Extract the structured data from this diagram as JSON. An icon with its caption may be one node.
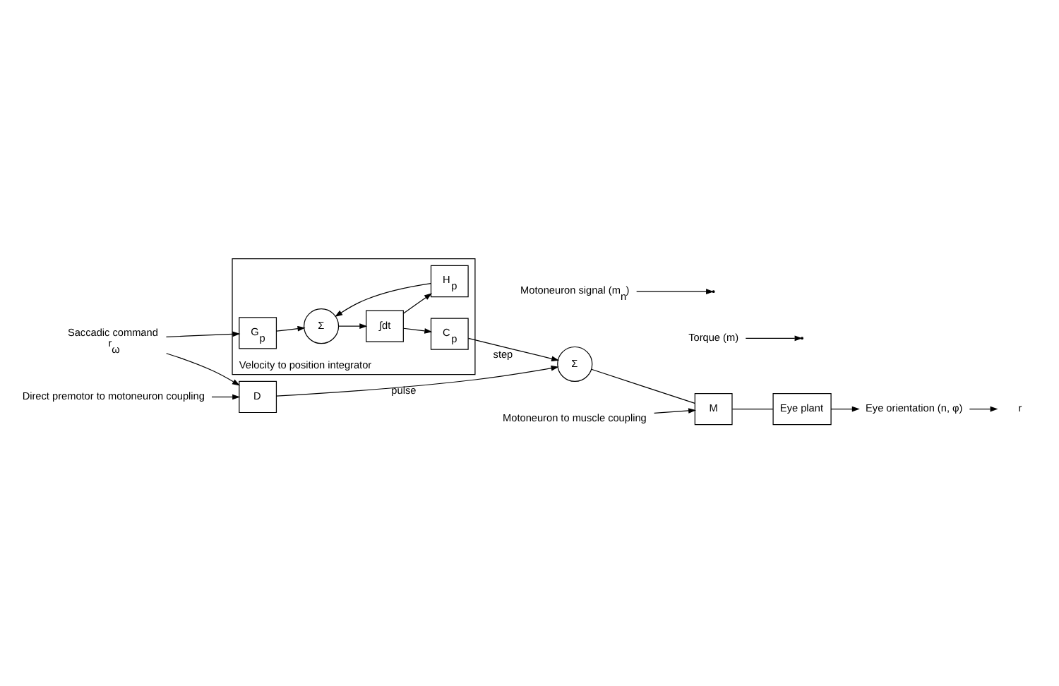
{
  "diagram": {
    "nodes": [
      {
        "text": [
          "Saccadic command",
          "r$_{ω}$"
        ]
      },
      {
        "text": [
          "Direct premotor to motoneuron coupling"
        ]
      },
      {
        "text": [
          "D"
        ]
      },
      {
        "text": [
          "Torque (m)"
        ]
      },
      {
        "text": [
          "Eye orientation (n, φ)"
        ]
      },
      {
        "text": [
          "r"
        ]
      },
      {
        "text": [
          "Motoneuron signal (m$_{n}$)"
        ]
      },
      {
        "text": [
          "Σ"
        ]
      },
      {
        "text": [
          "M"
        ]
      },
      {
        "text": [
          "Eye plant"
        ]
      },
      {
        "text": [
          "Motoneuron to muscle coupling"
        ]
      },
      {
        "text": [
          "Velocity to position integrator"
        ]
      },
      {
        "text": [
          "G$_{p}$"
        ],
        "in": 11
      },
      {
        "text": [
          "Σ"
        ],
        "in": 11
      },
      {
        "text": [
          "∫dt"
        ],
        "in": 11
      },
      {
        "text": [
          "C$_{p}$"
        ],
        "in": 11
      },
      {
        "text": [
          "H$_{p}$"
        ],
        "in": 11
      }
    ],
    "edges": [
      {
        "from": 0,
        "to": 2,
        "arrow": "to"
      },
      {
        "from": 0,
        "to": 12,
        "arrow": "to"
      },
      {
        "from": 1,
        "to": 2,
        "arrow": "to"
      },
      {
        "from": 2,
        "to": 7,
        "arrow": "to",
        "label": "pulse"
      },
      {
        "from": 15,
        "to": 7,
        "arrow": "to",
        "label": "step"
      },
      {
        "from": 7,
        "to": 8,
        "arrow": "none"
      },
      {
        "from": 6,
        "to": null,
        "arrow": "to"
      },
      {
        "from": 8,
        "to": 9,
        "arrow": "none"
      },
      {
        "from": 3,
        "to": null,
        "arrow": "to"
      },
      {
        "from": 9,
        "to": 4,
        "arrow": "to"
      },
      {
        "from": 4,
        "to": 5,
        "arrow": "to"
      },
      {
        "from": 10,
        "to": 8,
        "arrow": "to"
      },
      {
        "from": 12,
        "to": 13,
        "arrow": "to"
      },
      {
        "from": 13,
        "to": 14,
        "arrow": "to"
      },
      {
        "from": 14,
        "to": 15,
        "arrow": "to"
      },
      {
        "from": 14,
        "to": 16,
        "arrow": "to"
      },
      {
        "from": 16,
        "to": 13,
        "arrow": "to"
      }
    ]
  }
}
